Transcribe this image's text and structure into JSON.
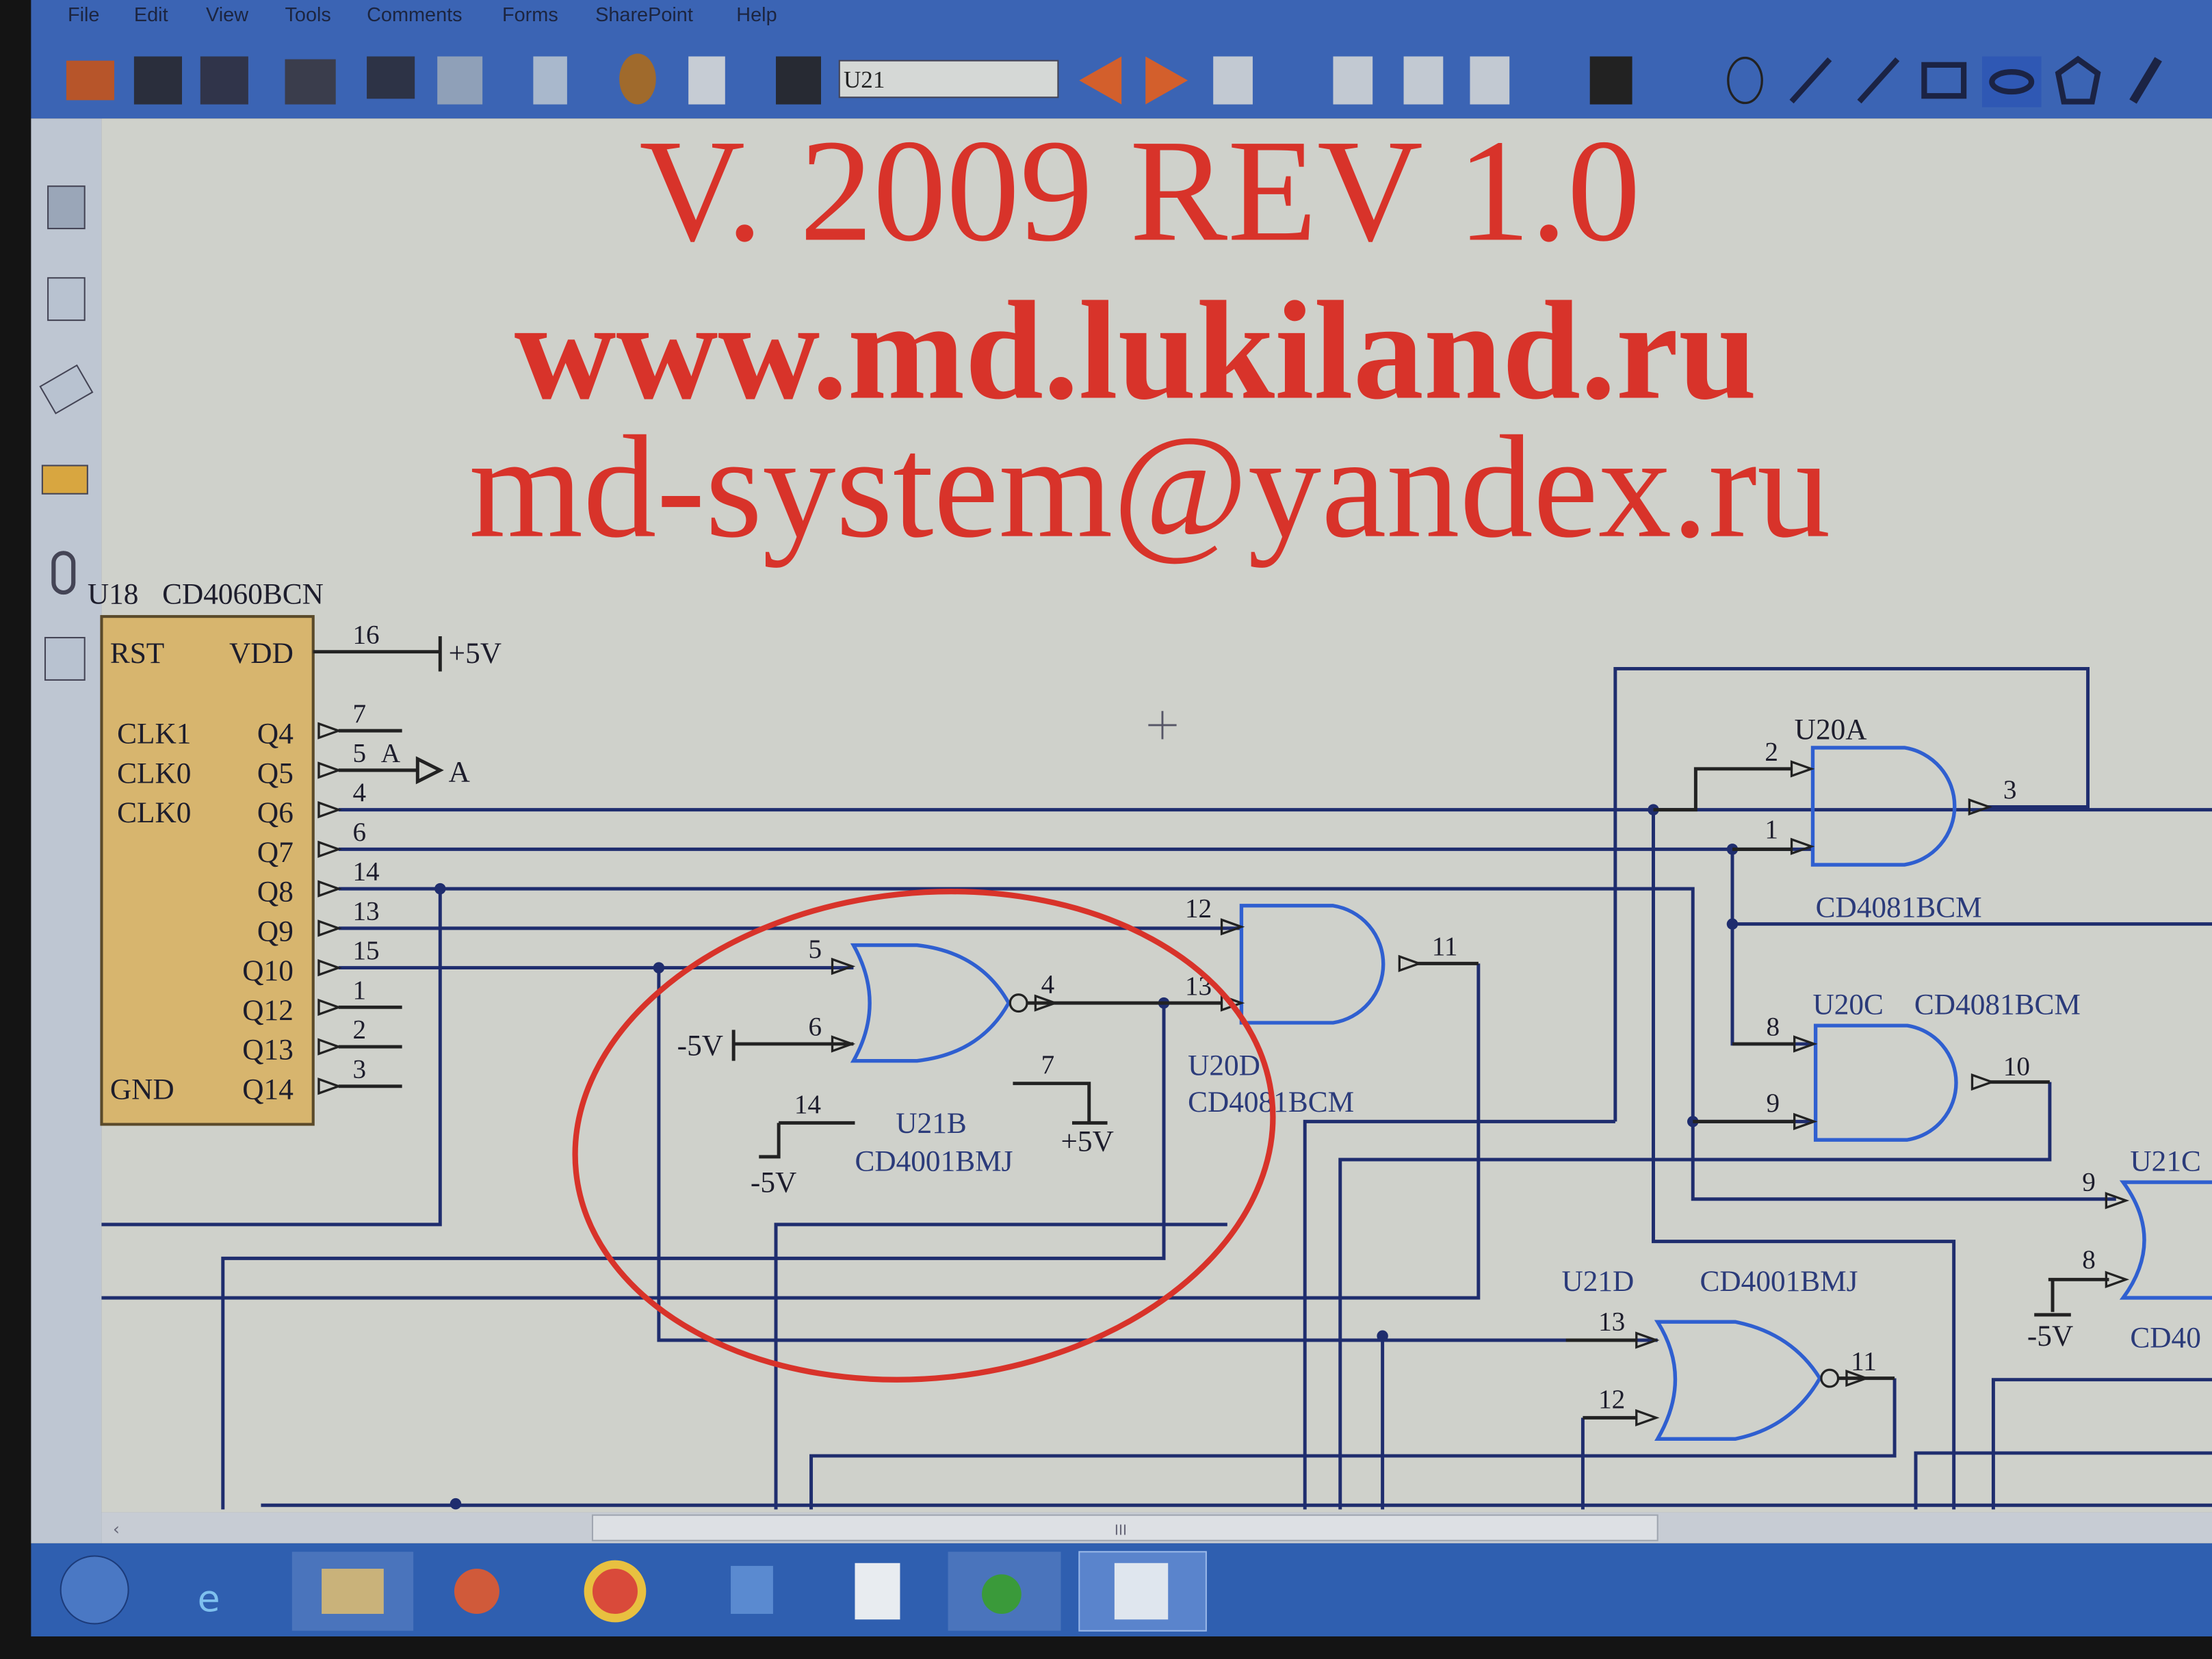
{
  "menu": [
    "File",
    "Edit",
    "View",
    "Tools",
    "Comments",
    "Forms",
    "SharePoint",
    "Help"
  ],
  "toolbar": {
    "search_value": "U21",
    "icons": [
      "open-icon",
      "save-icon",
      "save-all-icon",
      "print-icon",
      "monitor-icon",
      "scan-icon",
      "page-icon",
      "hand-icon",
      "text-select-icon",
      "find-icon",
      "previous-icon",
      "next-icon",
      "page-extract-icon",
      "page-number-icon",
      "rotate-icon",
      "page-fit-icon",
      "stamp-icon",
      "ellipse-tool-icon",
      "arrow-tool-icon",
      "line-tool-icon",
      "rectangle-tool-icon",
      "oval-tool-icon",
      "polygon-tool-icon",
      "pencil-tool-icon"
    ]
  },
  "sidebar_icons": [
    "bookmarks-icon",
    "pages-icon",
    "layers-icon",
    "comments-icon",
    "attachments-icon",
    "signatures-icon"
  ],
  "document": {
    "title": "V. 2009 REV 1.0",
    "website": "www.md.lukiland.ru",
    "email": "md-system@yandex.ru",
    "u18": {
      "ref": "U18",
      "part": "CD4060BCN",
      "left_pins": [
        "RST",
        "CLK1",
        "CLK0",
        "CLK0",
        "GND"
      ],
      "right_pins": [
        "VDD",
        "Q4",
        "Q5",
        "Q6",
        "Q7",
        "Q8",
        "Q9",
        "Q10",
        "Q12",
        "Q13",
        "Q14"
      ],
      "pin_numbers": [
        "16",
        "7",
        "5",
        "4",
        "6",
        "14",
        "13",
        "15",
        "1",
        "2",
        "3"
      ],
      "vdd_net": "+5V",
      "q5_net_label": "A",
      "q5_port": "A"
    },
    "u21b": {
      "ref": "U21B",
      "part": "CD4001BMJ",
      "pins": [
        "5",
        "6",
        "4",
        "14",
        "7"
      ],
      "in_net": "-5V",
      "gnd_net": "-5V",
      "vcc_net": "+5V"
    },
    "u20d": {
      "ref": "U20D",
      "part": "CD4081BCM",
      "pins": [
        "12",
        "13",
        "11"
      ]
    },
    "u20a": {
      "ref": "U20A",
      "part": "CD4081BCM",
      "pins": [
        "2",
        "1",
        "3"
      ]
    },
    "u20c": {
      "ref": "U20C",
      "part": "CD4081BCM",
      "pins": [
        "8",
        "9",
        "10"
      ]
    },
    "u21c": {
      "ref": "U21C",
      "part": "CD40",
      "pins": [
        "9",
        "8"
      ],
      "net": "-5V"
    },
    "u21d": {
      "ref": "U21D",
      "part": "CD4001BMJ",
      "pins": [
        "13",
        "12",
        "11"
      ]
    }
  },
  "scrollbar": {
    "grip": "III"
  },
  "taskbar": [
    "start-button",
    "internet-explorer-icon",
    "file-explorer-icon",
    "media-player-icon",
    "chrome-icon",
    "windows-tool-icon",
    "document-icon",
    "green-app-icon",
    "pdf-app-icon"
  ],
  "colors": {
    "accent_red": "#d8332a",
    "wire_blue": "#1f2d6e",
    "gate_blue": "#2f5fd0",
    "chrome_blue": "#3b64b4"
  }
}
